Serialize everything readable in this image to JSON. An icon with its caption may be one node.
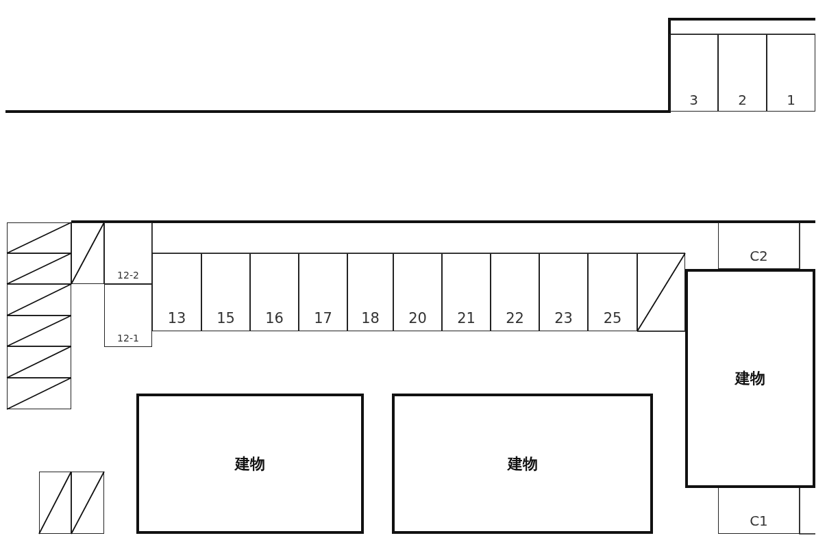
{
  "diagram": {
    "nodes": [
      {
        "text": [
          "3"
        ]
      },
      {
        "text": [
          "2"
        ]
      },
      {
        "text": [
          "1"
        ]
      },
      {
        "text": [],
        "shape": "box"
      },
      {
        "text": [],
        "shape": "box"
      },
      {
        "text": [
          "12-2"
        ]
      },
      {
        "text": [
          "C2"
        ]
      },
      {
        "text": [],
        "shape": "box"
      },
      {
        "text": [
          "13"
        ]
      },
      {
        "text": [
          "15"
        ]
      },
      {
        "text": [
          "16"
        ]
      },
      {
        "text": [
          "17"
        ]
      },
      {
        "text": [
          "18"
        ]
      },
      {
        "text": [
          "20"
        ]
      },
      {
        "text": [
          "21"
        ]
      },
      {
        "text": [
          "22"
        ]
      },
      {
        "text": [
          "23"
        ]
      },
      {
        "text": [
          "25"
        ]
      },
      {
        "text": [],
        "shape": "box"
      },
      {
        "text": [
          "建物"
        ]
      },
      {
        "text": [
          "12-1"
        ]
      },
      {
        "text": [],
        "shape": "box"
      },
      {
        "text": [],
        "shape": "box"
      },
      {
        "text": [],
        "shape": "box"
      },
      {
        "text": [],
        "shape": "box"
      },
      {
        "text": [
          "建物"
        ]
      },
      {
        "text": [
          "建物"
        ]
      },
      {
        "text": [],
        "shape": "box"
      },
      {
        "text": [],
        "shape": "box"
      },
      {
        "text": [
          "C1"
        ]
      }
    ]
  }
}
